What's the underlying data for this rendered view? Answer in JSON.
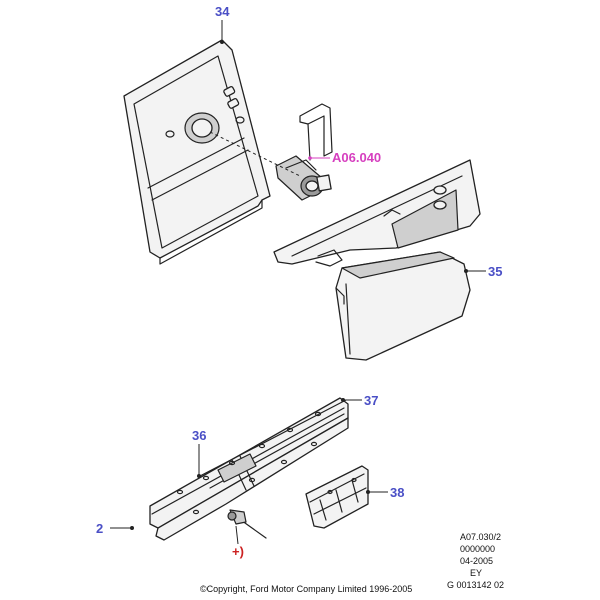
{
  "callouts": {
    "c34": "34",
    "c35": "35",
    "c36": "36",
    "c37": "37",
    "c38": "38",
    "c2": "2"
  },
  "reference": "A06.040",
  "note_mark": "+)",
  "meta": {
    "line1": "A07.030/2",
    "line2": "0000000",
    "line3": "04-2005",
    "line4": "EY",
    "line5": "G 0013142 02"
  },
  "copyright": "©Copyright, Ford Motor Company Limited 1996-2005",
  "colors": {
    "callout": "#4a4fc6",
    "reference": "#d63fbf",
    "note": "#cc2222"
  }
}
